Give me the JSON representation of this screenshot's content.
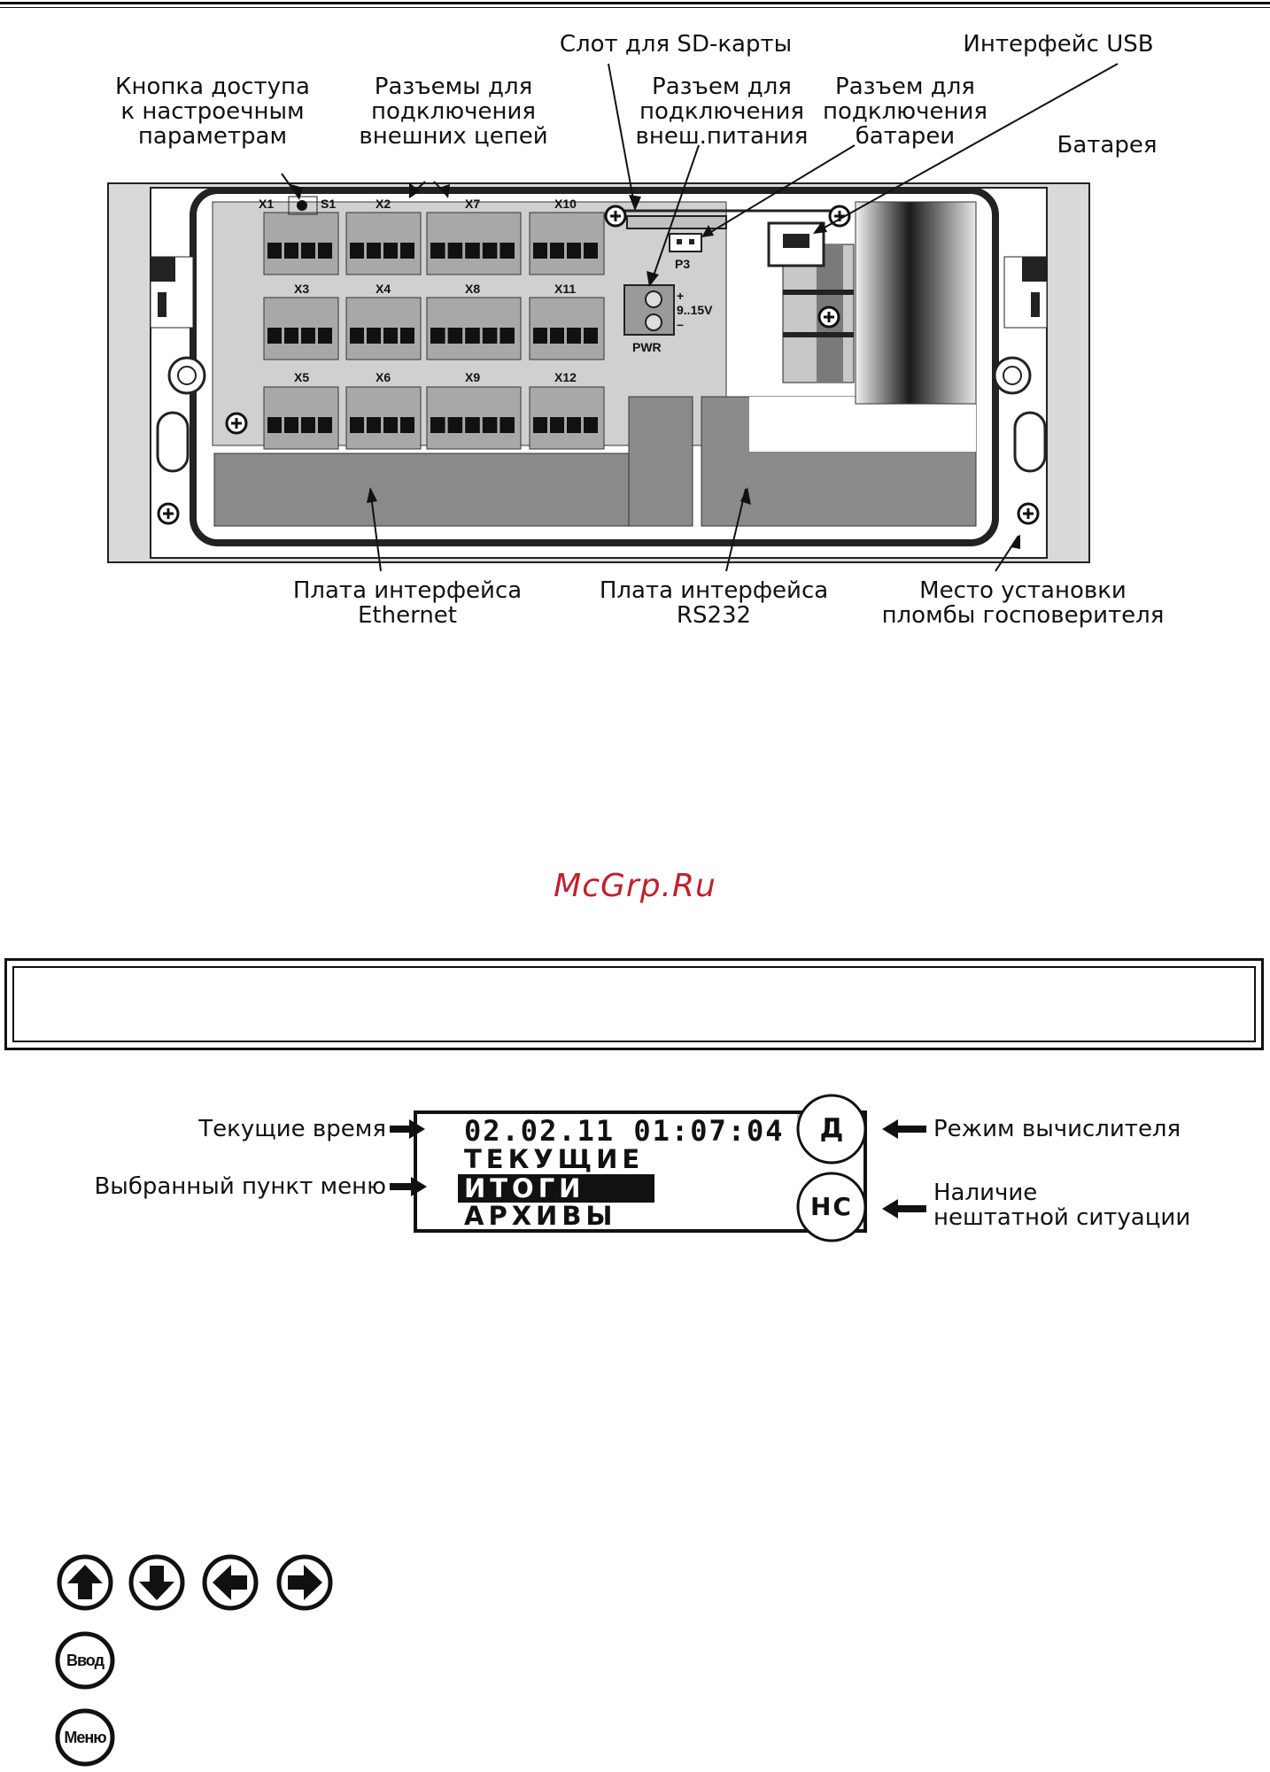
{
  "device_diagram": {
    "labels": {
      "sd_slot": "Слот для SD-карты",
      "usb": "Интерфейс USB",
      "settings_button": "Кнопка доступа\nк настроечным\nпараметрам",
      "ext_circuits": "Разъемы для\nподключения\nвнешних цепей",
      "ext_power": "Разъем для\nподключения\nвнеш.питания",
      "battery_conn": "Разъем для\nподключения\nбатареи",
      "battery": "Батарея",
      "ethernet_board": "Плата интерфейса\nEthernet",
      "rs232_board": "Плата интерфейса\nRS232",
      "seal_place": "Место установки\nпломбы госповерителя"
    },
    "board_marks": {
      "x1": "X1",
      "s1": "S1",
      "x2": "X2",
      "x7": "X7",
      "x10": "X10",
      "x3": "X3",
      "x4": "X4",
      "x8": "X8",
      "x11": "X11",
      "x5": "X5",
      "x6": "X6",
      "x9": "X9",
      "x12": "X12",
      "p3": "P3",
      "plus": "+",
      "voltage": "9..15V",
      "minus": "–",
      "pwr": "PWR"
    }
  },
  "watermark": "McGrp.Ru",
  "display_diagram": {
    "labels": {
      "current_time": "Текущие время",
      "selected_item": "Выбранный пункт меню",
      "mode": "Режим вычислителя",
      "emergency": "Наличие\nнештатной ситуации"
    },
    "screen": {
      "datetime": "02.02.11 01:07:04",
      "line1": "ТЕКУЩИЕ",
      "line2_selected": "ИТОГИ",
      "line3": "АРХИВЫ",
      "mode_badge": "Д",
      "emergency_badge": "НС"
    }
  },
  "keys": {
    "enter": "Ввод",
    "menu": "Меню"
  }
}
